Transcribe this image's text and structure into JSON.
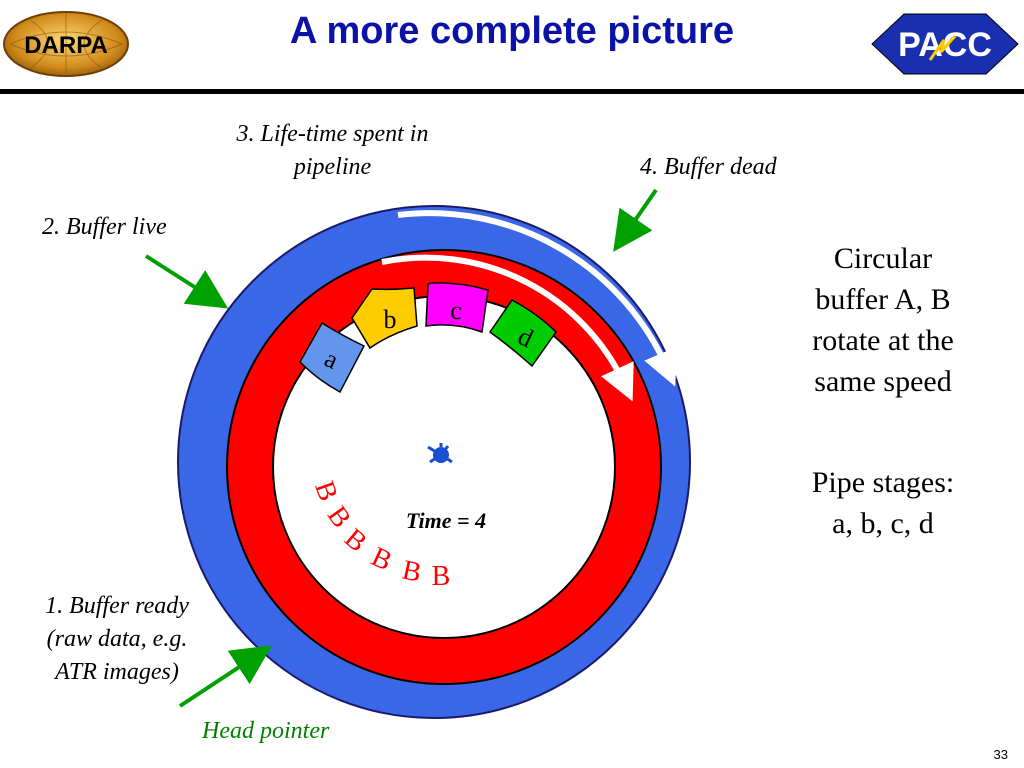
{
  "slide": {
    "title": "A more complete picture",
    "page_number": "33"
  },
  "logos": {
    "left_text": "DARPA",
    "right_text": "PACC"
  },
  "labels": {
    "lifetime": [
      "3. Life-time spent in",
      "pipeline"
    ],
    "buffer_dead": "4. Buffer dead",
    "buffer_live": "2. Buffer live",
    "buffer_ready": [
      "1. Buffer ready",
      "(raw data, e.g.",
      "ATR images)"
    ],
    "head_pointer": "Head pointer"
  },
  "side_text": {
    "circular": [
      "Circular",
      "buffer A, B",
      "rotate at the",
      "same speed"
    ],
    "pipe": [
      "Pipe stages:",
      "a, b, c, d"
    ]
  },
  "stages": [
    {
      "label": "a",
      "color": "#6495ed"
    },
    {
      "label": "b",
      "color": "#ffcc00"
    },
    {
      "label": "c",
      "color": "#ff00ff"
    },
    {
      "label": "d",
      "color": "#00cc00"
    }
  ],
  "buffer_letters": [
    "B",
    "B",
    "B",
    "B",
    "B",
    "B"
  ],
  "time_label": "Time = 4",
  "colors": {
    "outer_ring": "#3a66e8",
    "inner_ring": "#ff0000",
    "title": "#0a12a8",
    "arrow_green": "#00a000",
    "head_pointer_text": "#008000"
  },
  "icons": [
    "darpa-logo",
    "pacc-logo",
    "gear-icon"
  ]
}
